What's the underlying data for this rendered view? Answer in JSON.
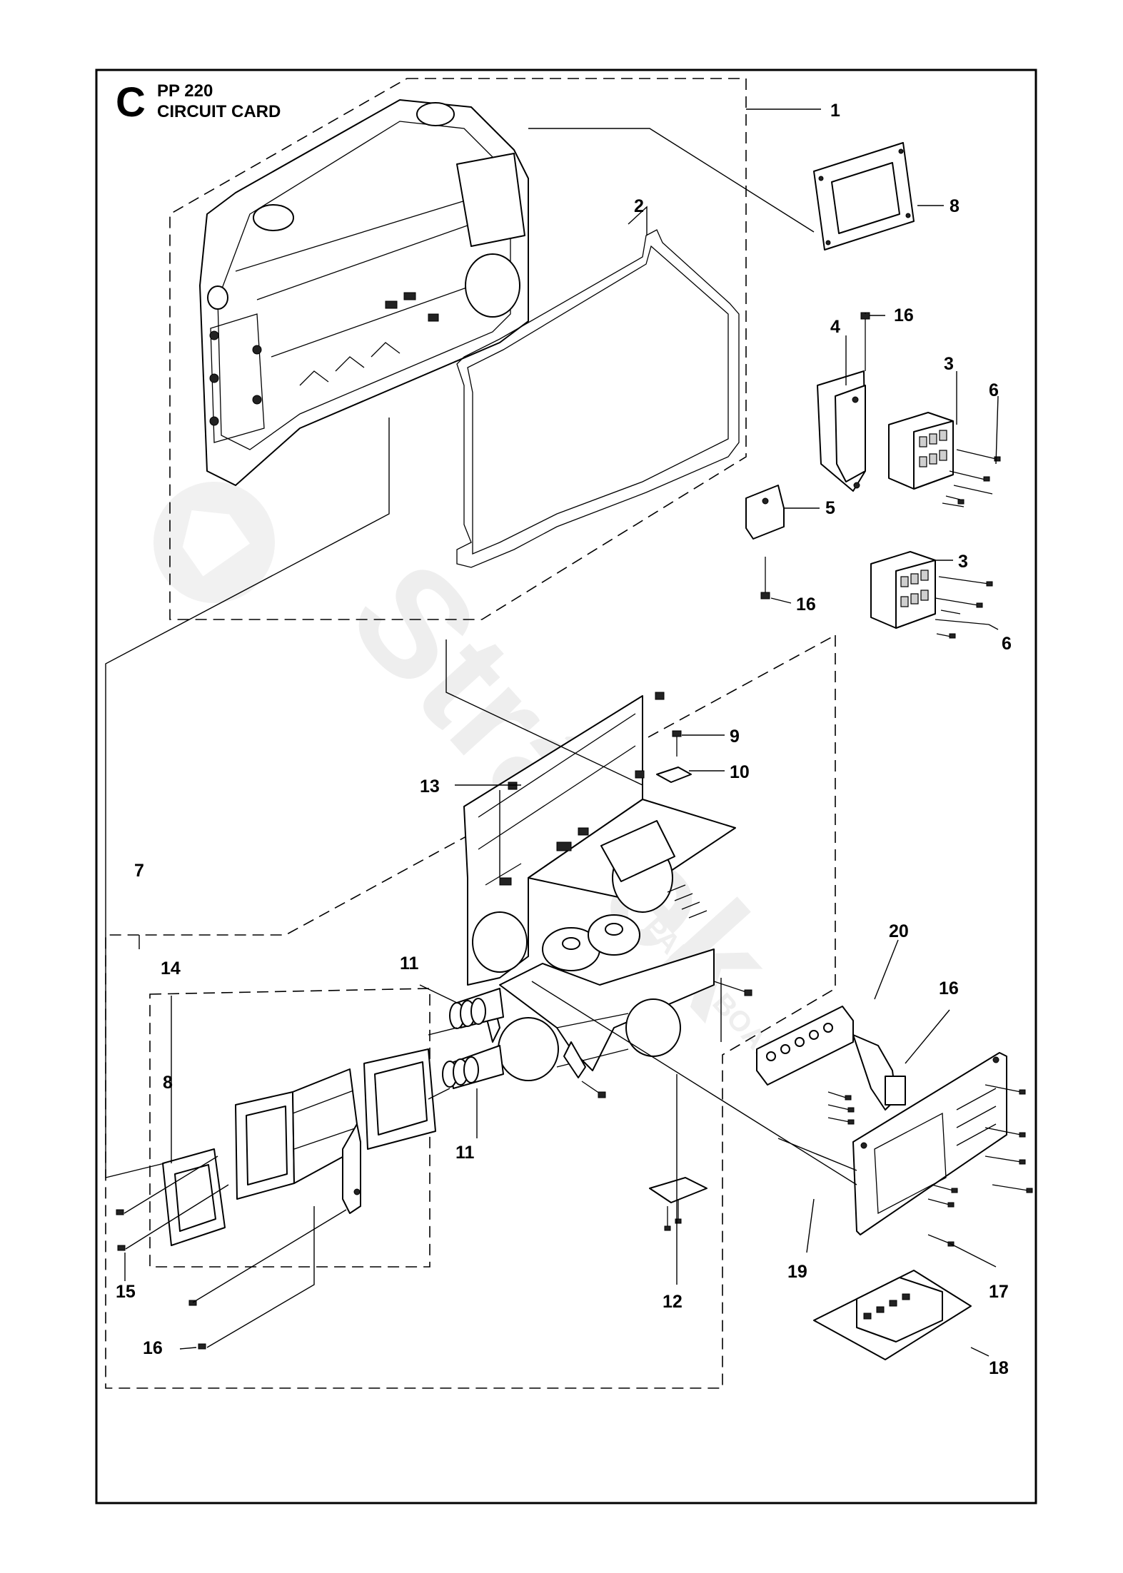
{
  "header": {
    "section_letter": "C",
    "model": "PP 220",
    "title": "CIRCUIT CARD"
  },
  "watermark": {
    "brand": "Stráček",
    "sub": "PARTS BOARD"
  },
  "callouts": [
    {
      "id": "c1",
      "text": "1"
    },
    {
      "id": "c2",
      "text": "2"
    },
    {
      "id": "c3a",
      "text": "3"
    },
    {
      "id": "c3b",
      "text": "3"
    },
    {
      "id": "c4",
      "text": "4"
    },
    {
      "id": "c5",
      "text": "5"
    },
    {
      "id": "c6a",
      "text": "6"
    },
    {
      "id": "c6b",
      "text": "6"
    },
    {
      "id": "c7",
      "text": "7"
    },
    {
      "id": "c8a",
      "text": "8"
    },
    {
      "id": "c8b",
      "text": "8"
    },
    {
      "id": "c9",
      "text": "9"
    },
    {
      "id": "c10",
      "text": "10"
    },
    {
      "id": "c11a",
      "text": "11"
    },
    {
      "id": "c11b",
      "text": "11"
    },
    {
      "id": "c12",
      "text": "12"
    },
    {
      "id": "c13",
      "text": "13"
    },
    {
      "id": "c14",
      "text": "14"
    },
    {
      "id": "c15",
      "text": "15"
    },
    {
      "id": "c16a",
      "text": "16"
    },
    {
      "id": "c16b",
      "text": "16"
    },
    {
      "id": "c16c",
      "text": "16"
    },
    {
      "id": "c16d",
      "text": "16"
    },
    {
      "id": "c17",
      "text": "17"
    },
    {
      "id": "c18",
      "text": "18"
    },
    {
      "id": "c19",
      "text": "19"
    },
    {
      "id": "c20",
      "text": "20"
    }
  ]
}
